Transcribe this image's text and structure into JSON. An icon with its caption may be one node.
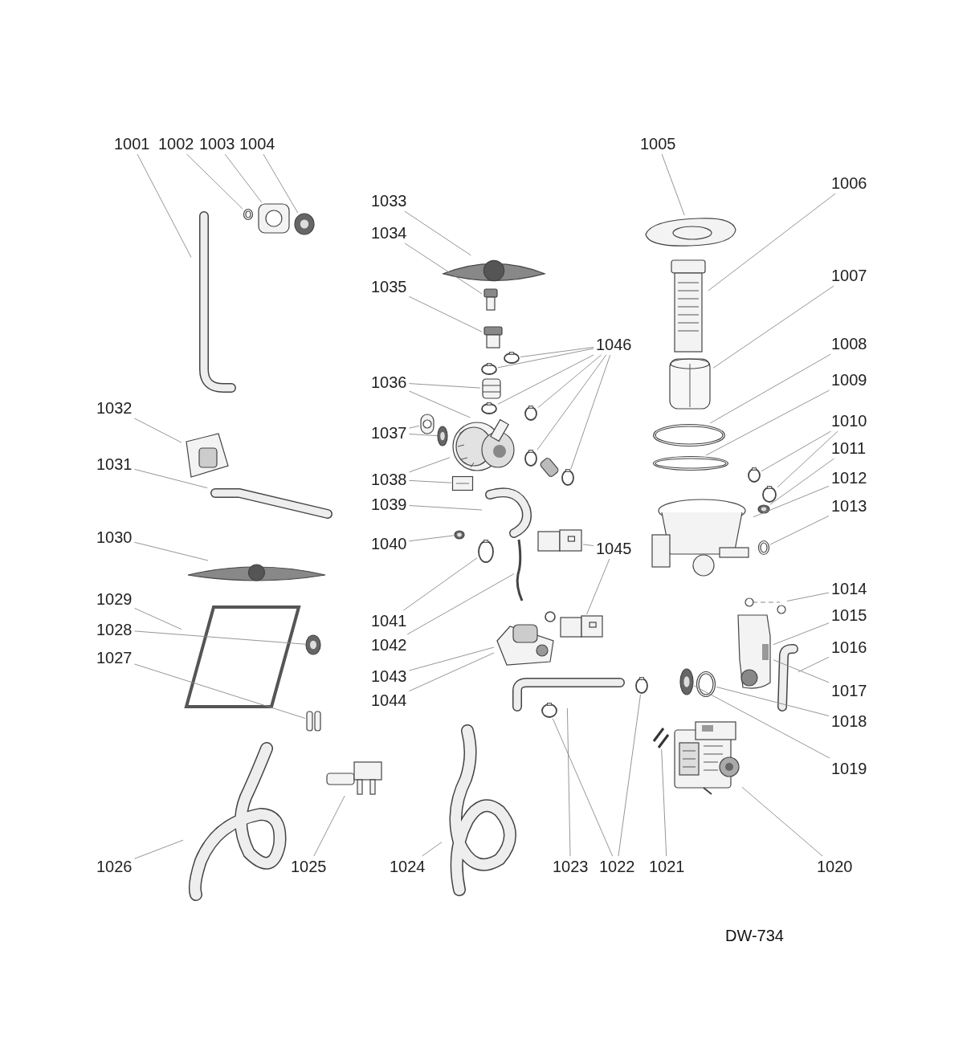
{
  "diagram": {
    "nodes": [
      {
        "text": [
          "1001"
        ]
      },
      {
        "text": [
          "1002"
        ]
      },
      {
        "text": [
          "1003"
        ]
      },
      {
        "text": [
          "1004"
        ]
      },
      {
        "text": [
          "1005"
        ]
      },
      {
        "text": [
          "1006"
        ]
      },
      {
        "text": [
          "1007"
        ]
      },
      {
        "text": [
          "1008"
        ]
      },
      {
        "text": [
          "1009"
        ]
      },
      {
        "text": [
          "1010"
        ]
      },
      {
        "text": [
          "1011"
        ]
      },
      {
        "text": [
          "1012"
        ]
      },
      {
        "text": [
          "1013"
        ]
      },
      {
        "text": [
          "1014"
        ]
      },
      {
        "text": [
          "1015"
        ]
      },
      {
        "text": [
          "1016"
        ]
      },
      {
        "text": [
          "1017"
        ]
      },
      {
        "text": [
          "1018"
        ]
      },
      {
        "text": [
          "1019"
        ]
      },
      {
        "text": [
          "1020"
        ]
      },
      {
        "text": [
          "1021"
        ]
      },
      {
        "text": [
          "1022"
        ]
      },
      {
        "text": [
          "1023"
        ]
      },
      {
        "text": [
          "1024"
        ]
      },
      {
        "text": [
          "1025"
        ]
      },
      {
        "text": [
          "1026"
        ]
      },
      {
        "text": [
          "1027"
        ]
      },
      {
        "text": [
          "1028"
        ]
      },
      {
        "text": [
          "1029"
        ]
      },
      {
        "text": [
          "1030"
        ]
      },
      {
        "text": [
          "1031"
        ]
      },
      {
        "text": [
          "1032"
        ]
      },
      {
        "text": [
          "1033"
        ]
      },
      {
        "text": [
          "1034"
        ]
      },
      {
        "text": [
          "1035"
        ]
      },
      {
        "text": [
          "1036"
        ]
      },
      {
        "text": [
          "1037"
        ]
      },
      {
        "text": [
          "1038"
        ]
      },
      {
        "text": [
          "1039"
        ]
      },
      {
        "text": [
          "1040"
        ]
      },
      {
        "text": [
          "1041"
        ]
      },
      {
        "text": [
          "1042"
        ]
      },
      {
        "text": [
          "1043"
        ]
      },
      {
        "text": [
          "1044"
        ]
      },
      {
        "text": [
          "1045"
        ]
      },
      {
        "text": [
          "1046"
        ]
      },
      {
        "text": [],
        "shape": "picture"
      },
      {
        "text": [],
        "shape": "picture"
      },
      {
        "text": [],
        "shape": "picture"
      },
      {
        "text": [],
        "shape": "picture"
      },
      {
        "text": [],
        "shape": "picture"
      },
      {
        "text": [],
        "shape": "picture"
      },
      {
        "text": [],
        "shape": "picture"
      },
      {
        "text": [],
        "shape": "picture"
      },
      {
        "text": [],
        "shape": "picture"
      },
      {
        "text": [],
        "shape": "circle"
      },
      {
        "text": [],
        "shape": "circle"
      },
      {
        "text": [],
        "shape": "picture"
      },
      {
        "text": [],
        "shape": "picture"
      },
      {
        "text": [],
        "shape": "picture"
      },
      {
        "text": [],
        "shape": "picture"
      },
      {
        "text": [],
        "shape": "picture"
      },
      {
        "text": [],
        "shape": "picture"
      },
      {
        "text": [],
        "shape": "picture"
      },
      {
        "text": [],
        "shape": "picture"
      },
      {
        "text": [],
        "shape": "picture"
      },
      {
        "text": [],
        "shape": "picture"
      },
      {
        "text": [],
        "shape": "circle"
      },
      {
        "text": [],
        "shape": "circle"
      },
      {
        "text": [],
        "shape": "picture"
      },
      {
        "text": [],
        "shape": "picture"
      },
      {
        "text": [],
        "shape": "picture"
      },
      {
        "text": [],
        "shape": "picture"
      },
      {
        "text": [],
        "shape": "picture"
      },
      {
        "text": [],
        "shape": "picture"
      },
      {
        "text": [],
        "shape": "picture"
      },
      {
        "text": [],
        "shape": "picture"
      },
      {
        "text": [],
        "shape": "picture"
      },
      {
        "text": [],
        "shape": "picture"
      },
      {
        "text": [],
        "shape": "picture"
      },
      {
        "text": [],
        "shape": "picture"
      },
      {
        "text": [],
        "shape": "picture"
      },
      {
        "text": [],
        "shape": "picture"
      },
      {
        "text": [],
        "shape": "picture"
      },
      {
        "text": [],
        "shape": "picture"
      },
      {
        "text": [],
        "shape": "picture"
      },
      {
        "text": [],
        "shape": "box"
      },
      {
        "text": [],
        "shape": "picture"
      },
      {
        "text": [],
        "shape": "picture"
      },
      {
        "text": [],
        "shape": "circle"
      },
      {
        "text": [],
        "shape": "picture"
      },
      {
        "text": [],
        "shape": "picture"
      },
      {
        "text": [],
        "shape": "picture"
      },
      {
        "text": [],
        "shape": "picture"
      },
      {
        "text": [],
        "shape": "circle"
      },
      {
        "text": [],
        "shape": "circle"
      },
      {
        "text": [],
        "shape": "circle"
      },
      {
        "text": [],
        "shape": "circle"
      },
      {
        "text": [],
        "shape": "circle"
      },
      {
        "text": [],
        "shape": "circle"
      }
    ],
    "edges": [
      {
        "from": 0,
        "to": 46,
        "arrow": "none"
      },
      {
        "from": 1,
        "to": 47,
        "arrow": "none"
      },
      {
        "from": 2,
        "to": 48,
        "arrow": "none"
      },
      {
        "from": 3,
        "to": 49,
        "arrow": "none"
      },
      {
        "from": 4,
        "to": 50,
        "arrow": "none"
      },
      {
        "from": 5,
        "to": 51,
        "arrow": "none"
      },
      {
        "from": 6,
        "to": 52,
        "arrow": "none"
      },
      {
        "from": 7,
        "to": 53,
        "arrow": "none"
      },
      {
        "from": 8,
        "to": 54,
        "arrow": "none"
      },
      {
        "from": 9,
        "to": 55,
        "arrow": "none"
      },
      {
        "from": 9,
        "to": 56,
        "arrow": "none"
      },
      {
        "from": 10,
        "to": 57,
        "arrow": "none"
      },
      {
        "from": 11,
        "to": 58,
        "arrow": "none"
      },
      {
        "from": 12,
        "to": 59,
        "arrow": "none"
      },
      {
        "from": 13,
        "to": 60,
        "arrow": "none"
      },
      {
        "from": 14,
        "to": 61,
        "arrow": "none"
      },
      {
        "from": 15,
        "to": 62,
        "arrow": "none"
      },
      {
        "from": 16,
        "to": 61,
        "arrow": "none"
      },
      {
        "from": 17,
        "to": 63,
        "arrow": "none"
      },
      {
        "from": 18,
        "to": 64,
        "arrow": "none"
      },
      {
        "from": 19,
        "to": 65,
        "arrow": "none"
      },
      {
        "from": 20,
        "to": 66,
        "arrow": "none"
      },
      {
        "from": 21,
        "to": 67,
        "arrow": "none"
      },
      {
        "from": 21,
        "to": 68,
        "arrow": "none"
      },
      {
        "from": 22,
        "to": 69,
        "arrow": "none"
      },
      {
        "from": 23,
        "to": 70,
        "arrow": "none"
      },
      {
        "from": 24,
        "to": 71,
        "arrow": "none"
      },
      {
        "from": 25,
        "to": 72,
        "arrow": "none"
      },
      {
        "from": 26,
        "to": 73,
        "arrow": "none"
      },
      {
        "from": 27,
        "to": 74,
        "arrow": "none"
      },
      {
        "from": 28,
        "to": 75,
        "arrow": "none"
      },
      {
        "from": 29,
        "to": 76,
        "arrow": "none"
      },
      {
        "from": 30,
        "to": 77,
        "arrow": "none"
      },
      {
        "from": 31,
        "to": 78,
        "arrow": "none"
      },
      {
        "from": 32,
        "to": 79,
        "arrow": "none"
      },
      {
        "from": 33,
        "to": 80,
        "arrow": "none"
      },
      {
        "from": 34,
        "to": 81,
        "arrow": "none"
      },
      {
        "from": 35,
        "to": 82,
        "arrow": "none"
      },
      {
        "from": 35,
        "to": 83,
        "arrow": "none"
      },
      {
        "from": 36,
        "to": 84,
        "arrow": "none"
      },
      {
        "from": 36,
        "to": 85,
        "arrow": "none"
      },
      {
        "from": 37,
        "to": 83,
        "arrow": "none"
      },
      {
        "from": 37,
        "to": 86,
        "arrow": "none"
      },
      {
        "from": 38,
        "to": 87,
        "arrow": "none"
      },
      {
        "from": 39,
        "to": 88,
        "arrow": "none"
      },
      {
        "from": 40,
        "to": 89,
        "arrow": "none"
      },
      {
        "from": 41,
        "to": 90,
        "arrow": "none"
      },
      {
        "from": 42,
        "to": 91,
        "arrow": "none"
      },
      {
        "from": 43,
        "to": 91,
        "arrow": "none"
      },
      {
        "from": 44,
        "to": 92,
        "arrow": "none"
      },
      {
        "from": 44,
        "to": 93,
        "arrow": "none"
      },
      {
        "from": 45,
        "to": 94,
        "arrow": "none"
      },
      {
        "from": 45,
        "to": 95,
        "arrow": "none"
      },
      {
        "from": 45,
        "to": 96,
        "arrow": "none"
      },
      {
        "from": 45,
        "to": 97,
        "arrow": "none"
      },
      {
        "from": 45,
        "to": 98,
        "arrow": "none"
      },
      {
        "from": 45,
        "to": 99,
        "arrow": "none"
      }
    ],
    "labels": [
      "DW-734"
    ]
  }
}
